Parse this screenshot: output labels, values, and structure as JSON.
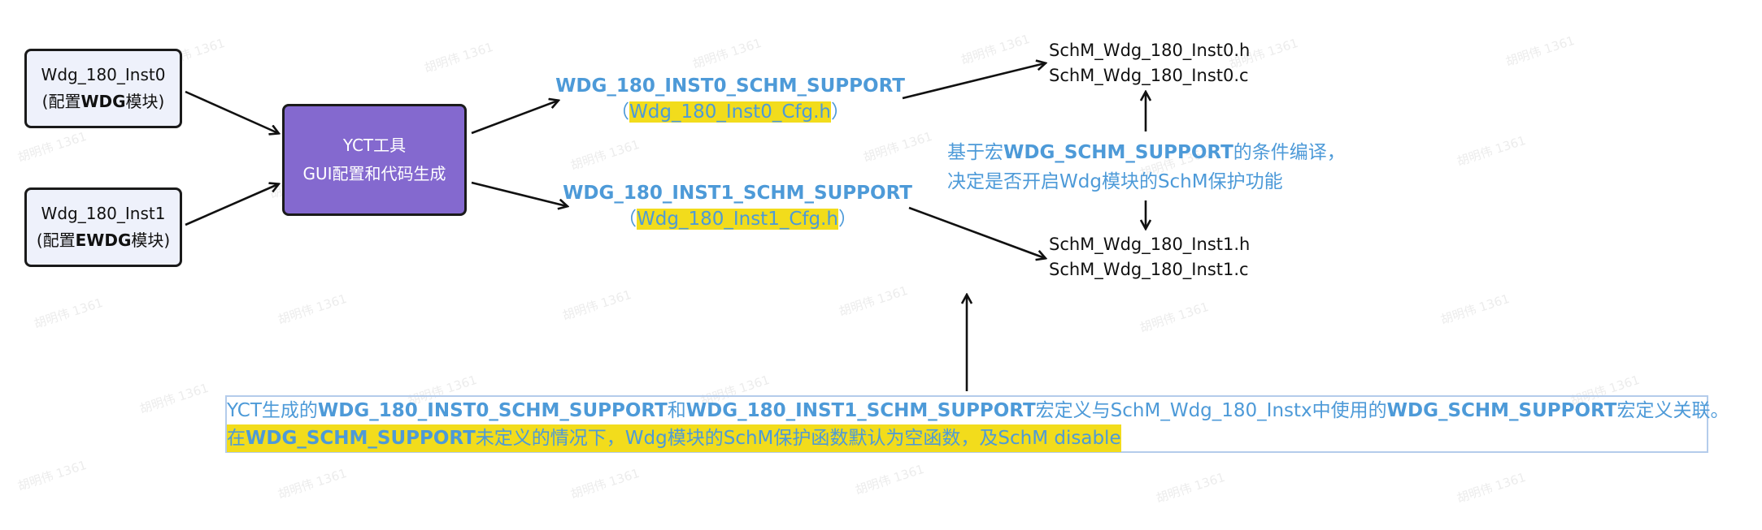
{
  "inputs": [
    {
      "line1": "Wdg_180_Inst0",
      "line2_prefix": "(配置",
      "line2_bold": "WDG",
      "line2_suffix": "模块)"
    },
    {
      "line1": "Wdg_180_Inst1",
      "line2_prefix": "(配置",
      "line2_bold": "EWDG",
      "line2_suffix": "模块)"
    }
  ],
  "tool": {
    "line1": "YCT工具",
    "line2": "GUI配置和代码生成"
  },
  "macros": [
    {
      "name": "WDG_180_INST0_SCHM_SUPPORT",
      "open": "（",
      "cfg": "Wdg_180_Inst0_Cfg.h",
      "close": "）"
    },
    {
      "name": "WDG_180_INST1_SCHM_SUPPORT",
      "open": "（",
      "cfg": "Wdg_180_Inst1_Cfg.h",
      "close": "）"
    }
  ],
  "files": [
    {
      "h": "SchM_Wdg_180_Inst0.h",
      "c": "SchM_Wdg_180_Inst0.c"
    },
    {
      "h": "SchM_Wdg_180_Inst1.h",
      "c": "SchM_Wdg_180_Inst1.c"
    }
  ],
  "condition_note": {
    "line1_prefix": "基于宏",
    "line1_bold": "WDG_SCHM_SUPPORT",
    "line1_suffix": "的条件编译，",
    "line2": "决定是否开启Wdg模块的SchM保护功能"
  },
  "bottom_note": {
    "l1_a": "YCT生成的",
    "l1_b": "WDG_180_INST0_SCHM_SUPPORT",
    "l1_c": "和",
    "l1_d": "WDG_180_INST1_SCHM_SUPPORT",
    "l1_e": "宏定义与SchM_Wdg_180_Instx中使用的",
    "l1_f": "WDG_SCHM_SUPPORT",
    "l1_g": "宏定义关联。",
    "l2_a": "在",
    "l2_b": "WDG_SCHM_SUPPORT",
    "l2_c": "未定义的情况下，Wdg模块的SchM保护函数默认为空函数，及SchM disable"
  },
  "watermark_text": "胡明伟 1361",
  "colors": {
    "accent_blue": "#4d9ad8",
    "tool_purple": "#8469cf",
    "input_fill": "#eef1fb",
    "highlight_yellow": "#f2dc1c",
    "note_border": "#b4cceb"
  }
}
